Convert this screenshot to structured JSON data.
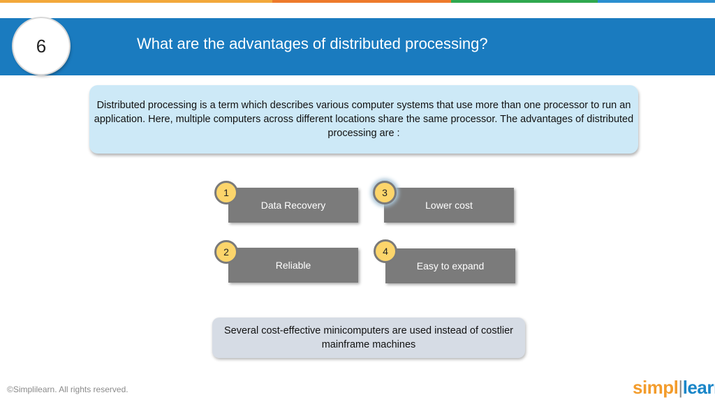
{
  "colors": {
    "header_bg": "#1a7bbf",
    "stripe": [
      "#f3a83b",
      "#ee7a2b",
      "#2fa84f",
      "#2a8fd0"
    ],
    "intro_bg": "#cde9f7",
    "box_bg": "#7b7b7b",
    "badge_bg": "#fcd56b",
    "note_bg": "#d6dce5"
  },
  "slide": {
    "number": "6",
    "title": "What are the advantages of distributed processing?"
  },
  "intro": {
    "text": "Distributed processing is a term which describes various computer systems that use more than one processor to run an application. Here, multiple computers across different locations share the same processor. The advantages of distributed processing are :"
  },
  "advantages": [
    {
      "number": "1",
      "label": "Data Recovery"
    },
    {
      "number": "2",
      "label": "Reliable"
    },
    {
      "number": "3",
      "label": "Lower cost"
    },
    {
      "number": "4",
      "label": "Easy to expand"
    }
  ],
  "note": {
    "text": "Several cost-effective minicomputers are used instead of costlier mainframe machines"
  },
  "footer": {
    "copyright": "©Simplilearn. All rights reserved."
  },
  "logo": {
    "part1": "simpl",
    "separator": "|",
    "part2": "learn"
  }
}
